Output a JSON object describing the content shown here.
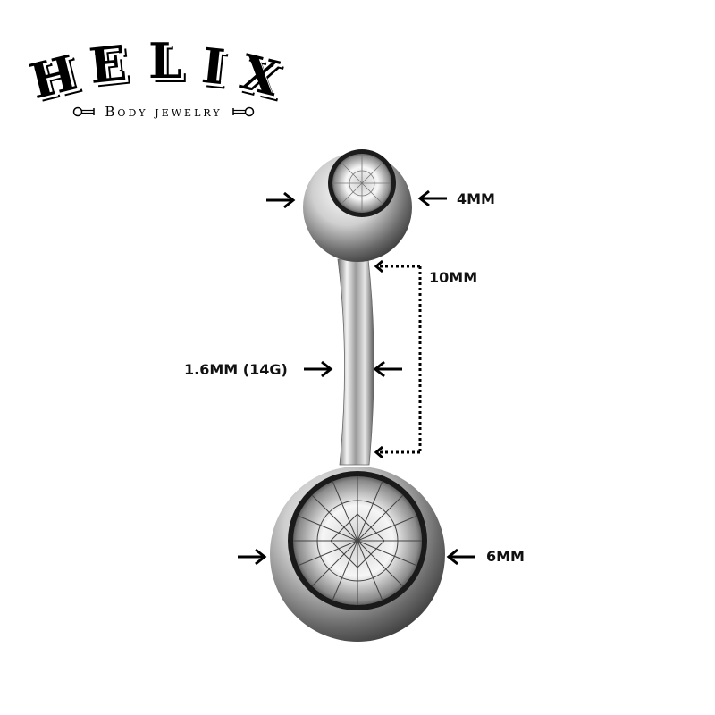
{
  "brand": {
    "letters": [
      "H",
      "E",
      "L",
      "I",
      "X"
    ],
    "subtitle": "Body jewelry",
    "color": "#000000"
  },
  "product": {
    "type": "belly button ring",
    "material_color": "#c8c8c8",
    "gem_color": "#e8e8e8"
  },
  "dimensions": {
    "top_ball": "4MM",
    "bar_length": "10MM",
    "gauge": "1.6MM (14G)",
    "bottom_ball": "6MM"
  }
}
